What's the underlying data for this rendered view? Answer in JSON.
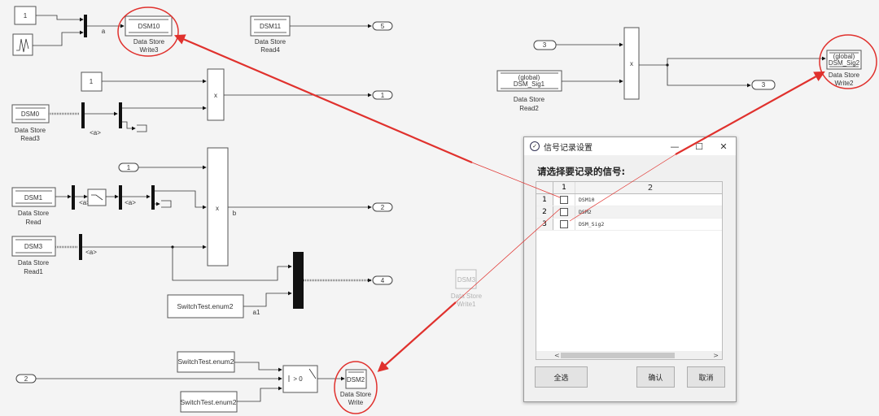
{
  "diagram": {
    "const_top": "1",
    "mux_label": "a",
    "dsm10": {
      "name": "DSM10",
      "label1": "Data Store",
      "label2": "Write3"
    },
    "dsm11": {
      "name": "DSM11",
      "label1": "Data Store",
      "label2": "Read4"
    },
    "out5": "5",
    "const_mid": "1",
    "product1": "x",
    "out1": "1",
    "dsm0": {
      "name": "DSM0",
      "label1": "Data Store",
      "label2": "Read3"
    },
    "sel_a1": "<a>",
    "in1": "1",
    "dsm1": {
      "name": "DSM1",
      "label1": "Data Store",
      "label2": "Read"
    },
    "sel_a2": "<a>",
    "sel_a3": "<a>",
    "product2": "x",
    "b_label": "b",
    "out2": "2",
    "dsm3": {
      "name": "DSM3",
      "label1": "Data Store",
      "label2": "Read1"
    },
    "sel_a4": "<a>",
    "enum_const1": "SwitchTest.enum2",
    "a1_label": "a1",
    "out4": "4",
    "ghost": {
      "name": "DSM3",
      "label1": "Data Store",
      "label2": "Write1"
    },
    "in2": "2",
    "enum_const2": "SwitchTest.enum2",
    "enum_const3": "SwitchTest.enum2",
    "switch_cond": "> 0",
    "dsm2": {
      "name": "DSM2",
      "label1": "Data Store",
      "label2": "Write"
    },
    "in3": "3",
    "dsm_sig1": {
      "scope": "(global)",
      "name": "DSM_Sig1",
      "label1": "Data Store",
      "label2": "Read2"
    },
    "product3": "x",
    "out3": "3",
    "dsm_sig2": {
      "scope": "(global)",
      "name": "DSM_Sig2",
      "label1": "Data Store",
      "label2": "Write2"
    },
    "highlight_color": "#e0312d"
  },
  "dialog": {
    "title": "信号记录设置",
    "minimize": "—",
    "maximize": "☐",
    "close": "✕",
    "heading": "请选择要记录的信号:",
    "columns": [
      "1",
      "2"
    ],
    "rows": [
      {
        "index": "1",
        "checked": false,
        "signal": "DSM10"
      },
      {
        "index": "2",
        "checked": false,
        "signal": "DSM2"
      },
      {
        "index": "3",
        "checked": false,
        "signal": "DSM_Sig2"
      }
    ],
    "scroll_left": "<",
    "scroll_right": ">",
    "select_all": "全选",
    "confirm": "确认",
    "cancel": "取消"
  }
}
